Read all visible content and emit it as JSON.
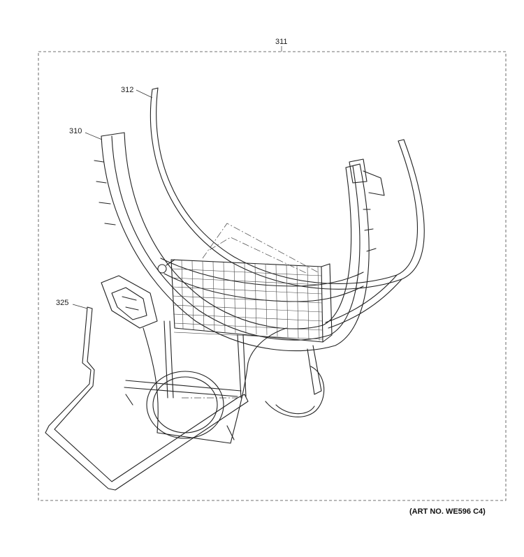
{
  "callouts": {
    "c311": "311",
    "c312": "312",
    "c310": "310",
    "c325": "325"
  },
  "art_number": "(ART NO. WE596 C4)"
}
